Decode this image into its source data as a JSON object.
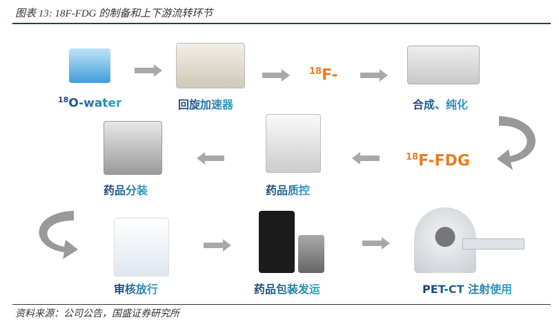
{
  "title": "图表 13: 18F-FDG 的制备和上下游流转环节",
  "source": "资料来源：公司公告，国盛证券研究所",
  "nodes": {
    "water": {
      "sup": "18",
      "text": "O-water"
    },
    "cyclotron": "回旋加速器",
    "f18": {
      "sup": "18",
      "text": "F-"
    },
    "synthesis": "合成、纯化",
    "fdg": {
      "sup": "18",
      "text": "F-FDG"
    },
    "qc": "药品质控",
    "dispense": "药品分装",
    "release": "审核放行",
    "packaging": "药品包装发运",
    "petct": "PET-CT 注射使用"
  },
  "colors": {
    "label_start": "#1c3f7a",
    "label_end": "#2aa6c8",
    "isotope": "#e87d1e",
    "arrow": "#9a9a9a"
  }
}
